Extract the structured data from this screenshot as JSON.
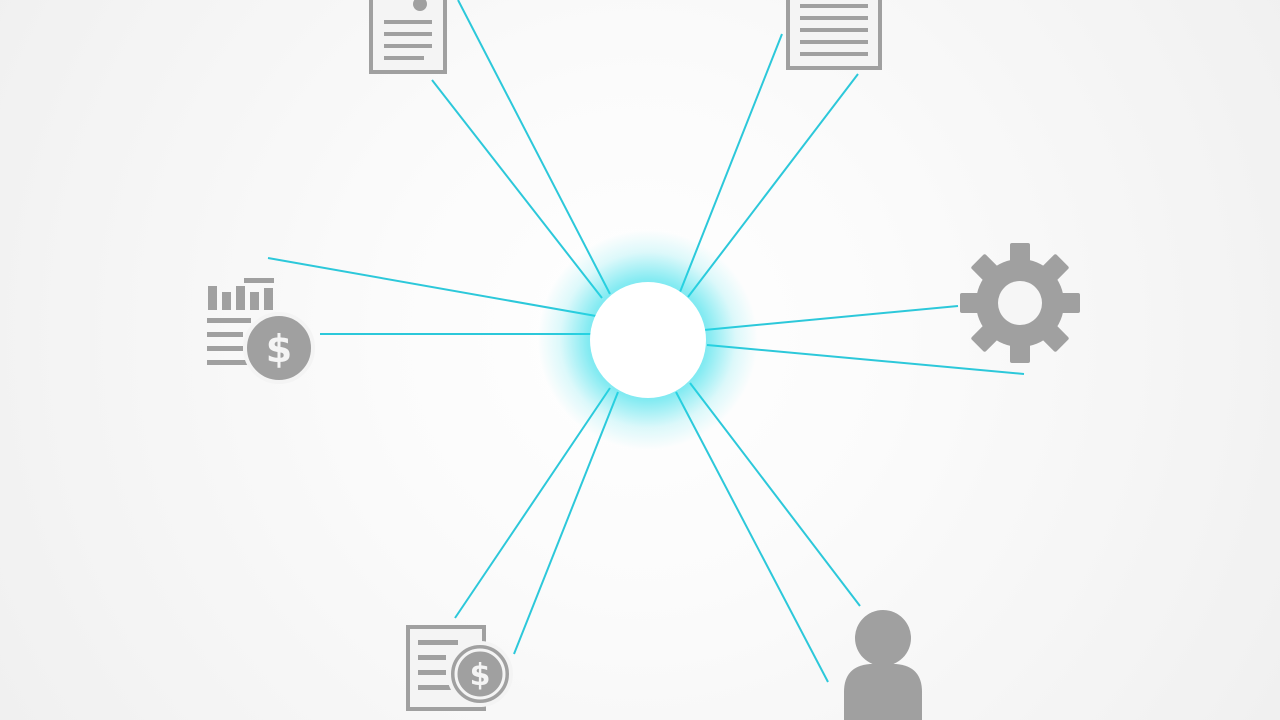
{
  "diagram": {
    "hub": {
      "icon": "white-circle-hub-icon",
      "glow_color": "#21dbe8"
    },
    "line_color": "#2cc8da",
    "icon_color": "#a0a0a0",
    "nodes": [
      {
        "id": "document-stamp",
        "icon": "document-with-stamp-icon"
      },
      {
        "id": "document-lines",
        "icon": "text-document-icon"
      },
      {
        "id": "settings",
        "icon": "gear-icon"
      },
      {
        "id": "user",
        "icon": "user-icon"
      },
      {
        "id": "invoice",
        "icon": "invoice-dollar-icon"
      },
      {
        "id": "financial-report",
        "icon": "financial-report-icon"
      }
    ]
  }
}
